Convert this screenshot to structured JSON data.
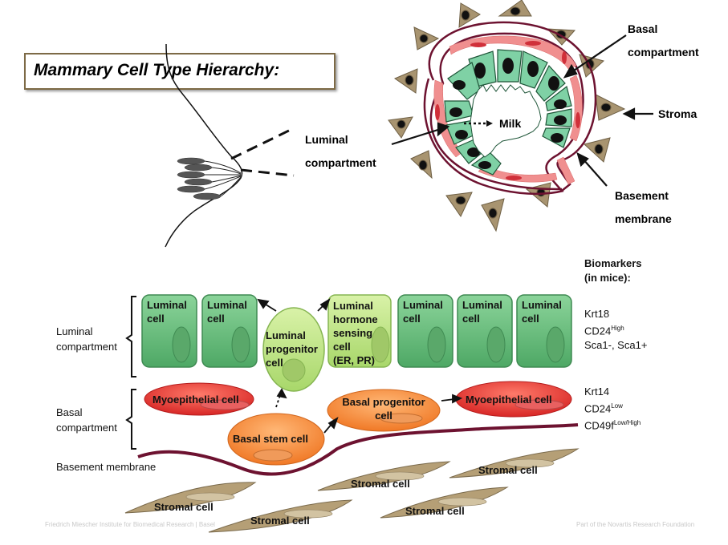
{
  "title": "Mammary Cell Type Hierarchy:",
  "top_labels": {
    "luminal_compartment": [
      "Luminal",
      "compartment"
    ],
    "basal_compartment": [
      "Basal",
      "compartment"
    ],
    "stroma": "Stroma",
    "basement_membrane": [
      "Basement",
      "membrane"
    ],
    "milk": "Milk"
  },
  "left_labels": {
    "luminal_compartment": [
      "Luminal",
      "compartment"
    ],
    "basal_compartment": [
      "Basal",
      "compartment"
    ],
    "basement_membrane": "Basement membrane"
  },
  "luminal_cells": {
    "luminal_cell": [
      "Luminal",
      "cell"
    ],
    "progenitor": [
      "Luminal",
      "progenitor",
      "cell"
    ],
    "hormone_sensing": [
      "Luminal",
      "hormone",
      "sensing",
      "cell",
      "(ER, PR)"
    ]
  },
  "basal_cells": {
    "myoepithelial": "Myoepithelial cell",
    "basal_stem": "Basal stem cell",
    "basal_progenitor": [
      "Basal progenitor",
      "cell"
    ]
  },
  "stromal_cell": "Stromal cell",
  "biomarkers": {
    "heading": [
      "Biomarkers",
      "(in mice):"
    ],
    "luminal": {
      "krt": "Krt18",
      "cd24": "CD24",
      "cd24_sup": "High",
      "sca": "Sca1-, Sca1+"
    },
    "basal": {
      "krt": "Krt14",
      "cd24": "CD24",
      "cd24_sup": "Low",
      "cd49": "CD49f",
      "cd49_sup": "Low/High"
    }
  },
  "footer": {
    "left": "Friedrich Miescher Institute for Biomedical Research | Basel",
    "right": "Part of the Novartis Research Foundation"
  },
  "colors": {
    "luminal_green": "#6dc07f",
    "hormone_green": "#c2e58c",
    "myoepithelial_red": "#e53a3a",
    "basal_orange": "#f28a2f",
    "stroma_tan": "#b59f76",
    "membrane": "#6d1230",
    "title_border": "#7d6a46"
  }
}
